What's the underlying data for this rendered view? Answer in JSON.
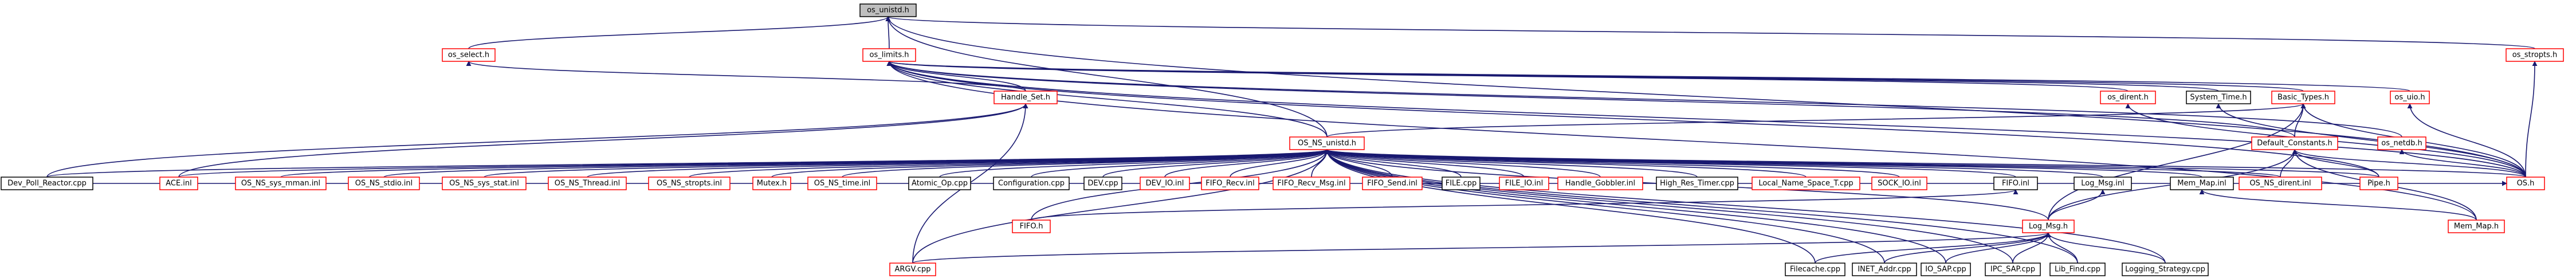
{
  "colors": {
    "edge": "#191970",
    "highlighted_border": "#ff0000",
    "plain_border": "#000000",
    "root_fill": "#bfbfbf",
    "background": "#ffffff"
  },
  "nodes": {
    "os_unistd_h": {
      "label": "os_unistd.h",
      "style": "root"
    },
    "os_select_h": {
      "label": "os_select.h",
      "style": "red"
    },
    "os_limits_h": {
      "label": "os_limits.h",
      "style": "red"
    },
    "os_stropts_h": {
      "label": "os_stropts.h",
      "style": "red"
    },
    "handle_set_h": {
      "label": "Handle_Set.h",
      "style": "red"
    },
    "os_dirent_h": {
      "label": "os_dirent.h",
      "style": "red"
    },
    "system_time_h": {
      "label": "System_Time.h",
      "style": "black"
    },
    "basic_types_h": {
      "label": "Basic_Types.h",
      "style": "red"
    },
    "os_uio_h": {
      "label": "os_uio.h",
      "style": "red"
    },
    "os_netdb_h": {
      "label": "os_netdb.h",
      "style": "red"
    },
    "default_constants_h": {
      "label": "Default_Constants.h",
      "style": "red"
    },
    "os_ns_unistd_h": {
      "label": "OS_NS_unistd.h",
      "style": "red"
    },
    "dev_poll_reactor_cpp": {
      "label": "Dev_Poll_Reactor.cpp",
      "style": "black"
    },
    "ace_inl": {
      "label": "ACE.inl",
      "style": "red"
    },
    "os_ns_sys_mman_inl": {
      "label": "OS_NS_sys_mman.inl",
      "style": "red"
    },
    "os_ns_stdio_inl": {
      "label": "OS_NS_stdio.inl",
      "style": "red"
    },
    "os_ns_sys_stat_inl": {
      "label": "OS_NS_sys_stat.inl",
      "style": "red"
    },
    "os_ns_thread_inl": {
      "label": "OS_NS_Thread.inl",
      "style": "red"
    },
    "os_ns_stropts_inl": {
      "label": "OS_NS_stropts.inl",
      "style": "red"
    },
    "mutex_h": {
      "label": "Mutex.h",
      "style": "red"
    },
    "os_ns_time_inl": {
      "label": "OS_NS_time.inl",
      "style": "red"
    },
    "atomic_op_cpp": {
      "label": "Atomic_Op.cpp",
      "style": "black"
    },
    "configuration_cpp": {
      "label": "Configuration.cpp",
      "style": "black"
    },
    "dev_cpp": {
      "label": "DEV.cpp",
      "style": "black"
    },
    "dev_io_inl": {
      "label": "DEV_IO.inl",
      "style": "red"
    },
    "fifo_recv_inl": {
      "label": "FIFO_Recv.inl",
      "style": "red"
    },
    "fifo_recv_msg_inl": {
      "label": "FIFO_Recv_Msg.inl",
      "style": "red"
    },
    "fifo_send_inl": {
      "label": "FIFO_Send.inl",
      "style": "red"
    },
    "file_cpp": {
      "label": "FILE.cpp",
      "style": "black"
    },
    "file_io_inl": {
      "label": "FILE_IO.inl",
      "style": "red"
    },
    "handle_gobbler_inl": {
      "label": "Handle_Gobbler.inl",
      "style": "red"
    },
    "high_res_timer_cpp": {
      "label": "High_Res_Timer.cpp",
      "style": "black"
    },
    "local_name_space_t_cpp": {
      "label": "Local_Name_Space_T.cpp",
      "style": "red"
    },
    "sock_io_inl": {
      "label": "SOCK_IO.inl",
      "style": "red"
    },
    "fifo_inl": {
      "label": "FIFO.inl",
      "style": "black"
    },
    "log_msg_inl": {
      "label": "Log_Msg.inl",
      "style": "black"
    },
    "mem_map_inl": {
      "label": "Mem_Map.inl",
      "style": "black"
    },
    "os_ns_dirent_inl": {
      "label": "OS_NS_dirent.inl",
      "style": "red"
    },
    "pipe_h": {
      "label": "Pipe.h",
      "style": "red"
    },
    "os_h": {
      "label": "OS.h",
      "style": "red"
    },
    "fifo_h": {
      "label": "FIFO.h",
      "style": "red"
    },
    "log_msg_h": {
      "label": "Log_Msg.h",
      "style": "red"
    },
    "mem_map_h": {
      "label": "Mem_Map.h",
      "style": "red"
    },
    "argv_cpp": {
      "label": "ARGV.cpp",
      "style": "red"
    },
    "filecache_cpp": {
      "label": "Filecache.cpp",
      "style": "black"
    },
    "inet_addr_cpp": {
      "label": "INET_Addr.cpp",
      "style": "black"
    },
    "io_sap_cpp": {
      "label": "IO_SAP.cpp",
      "style": "black"
    },
    "ipc_sap_cpp": {
      "label": "IPC_SAP.cpp",
      "style": "black"
    },
    "lib_find_cpp": {
      "label": "Lib_Find.cpp",
      "style": "black"
    },
    "logging_strategy_cpp": {
      "label": "Logging_Strategy.cpp",
      "style": "black"
    }
  },
  "edges": [
    [
      "os_unistd_h",
      "os_select_h"
    ],
    [
      "os_unistd_h",
      "os_limits_h"
    ],
    [
      "os_unistd_h",
      "os_stropts_h"
    ],
    [
      "os_unistd_h",
      "os_ns_unistd_h"
    ],
    [
      "os_unistd_h",
      "os_h"
    ],
    [
      "os_select_h",
      "handle_set_h"
    ],
    [
      "os_limits_h",
      "handle_set_h"
    ],
    [
      "os_limits_h",
      "os_dirent_h"
    ],
    [
      "os_limits_h",
      "system_time_h"
    ],
    [
      "os_limits_h",
      "basic_types_h"
    ],
    [
      "os_limits_h",
      "os_uio_h"
    ],
    [
      "os_limits_h",
      "os_netdb_h"
    ],
    [
      "os_limits_h",
      "default_constants_h"
    ],
    [
      "os_limits_h",
      "os_ns_unistd_h"
    ],
    [
      "os_limits_h",
      "pipe_h"
    ],
    [
      "os_limits_h",
      "os_h"
    ],
    [
      "os_limits_h",
      "mem_map_h"
    ],
    [
      "os_stropts_h",
      "os_h"
    ],
    [
      "handle_set_h",
      "dev_poll_reactor_cpp"
    ],
    [
      "handle_set_h",
      "ace_inl"
    ],
    [
      "handle_set_h",
      "argv_cpp"
    ],
    [
      "os_dirent_h",
      "os_h"
    ],
    [
      "system_time_h",
      "os_h"
    ],
    [
      "basic_types_h",
      "os_ns_unistd_h"
    ],
    [
      "basic_types_h",
      "default_constants_h"
    ],
    [
      "basic_types_h",
      "os_h"
    ],
    [
      "basic_types_h",
      "log_msg_h"
    ],
    [
      "os_uio_h",
      "os_h"
    ],
    [
      "os_netdb_h",
      "os_h"
    ],
    [
      "default_constants_h",
      "os_ns_dirent_inl"
    ],
    [
      "default_constants_h",
      "pipe_h"
    ],
    [
      "default_constants_h",
      "os_h"
    ],
    [
      "default_constants_h",
      "log_msg_h"
    ],
    [
      "default_constants_h",
      "mem_map_h"
    ],
    [
      "os_ns_unistd_h",
      "dev_poll_reactor_cpp"
    ],
    [
      "os_ns_unistd_h",
      "ace_inl"
    ],
    [
      "os_ns_unistd_h",
      "os_ns_sys_mman_inl"
    ],
    [
      "os_ns_unistd_h",
      "os_ns_stdio_inl"
    ],
    [
      "os_ns_unistd_h",
      "os_ns_sys_stat_inl"
    ],
    [
      "os_ns_unistd_h",
      "os_ns_thread_inl"
    ],
    [
      "os_ns_unistd_h",
      "os_ns_stropts_inl"
    ],
    [
      "os_ns_unistd_h",
      "mutex_h"
    ],
    [
      "os_ns_unistd_h",
      "os_ns_time_inl"
    ],
    [
      "os_ns_unistd_h",
      "atomic_op_cpp"
    ],
    [
      "os_ns_unistd_h",
      "configuration_cpp"
    ],
    [
      "os_ns_unistd_h",
      "dev_cpp"
    ],
    [
      "os_ns_unistd_h",
      "dev_io_inl"
    ],
    [
      "os_ns_unistd_h",
      "fifo_recv_inl"
    ],
    [
      "os_ns_unistd_h",
      "fifo_recv_msg_inl"
    ],
    [
      "os_ns_unistd_h",
      "fifo_send_inl"
    ],
    [
      "os_ns_unistd_h",
      "file_cpp"
    ],
    [
      "os_ns_unistd_h",
      "file_io_inl"
    ],
    [
      "os_ns_unistd_h",
      "handle_gobbler_inl"
    ],
    [
      "os_ns_unistd_h",
      "high_res_timer_cpp"
    ],
    [
      "os_ns_unistd_h",
      "local_name_space_t_cpp"
    ],
    [
      "os_ns_unistd_h",
      "sock_io_inl"
    ],
    [
      "os_ns_unistd_h",
      "fifo_inl"
    ],
    [
      "os_ns_unistd_h",
      "log_msg_inl"
    ],
    [
      "os_ns_unistd_h",
      "mem_map_inl"
    ],
    [
      "os_ns_unistd_h",
      "os_ns_dirent_inl"
    ],
    [
      "os_ns_unistd_h",
      "pipe_h"
    ],
    [
      "os_ns_unistd_h",
      "os_h"
    ],
    [
      "os_ns_unistd_h",
      "fifo_h"
    ],
    [
      "os_ns_unistd_h",
      "log_msg_h"
    ],
    [
      "os_ns_unistd_h",
      "argv_cpp"
    ],
    [
      "os_ns_unistd_h",
      "filecache_cpp"
    ],
    [
      "os_ns_unistd_h",
      "inet_addr_cpp"
    ],
    [
      "os_ns_unistd_h",
      "io_sap_cpp"
    ],
    [
      "os_ns_unistd_h",
      "ipc_sap_cpp"
    ],
    [
      "os_ns_unistd_h",
      "lib_find_cpp"
    ],
    [
      "os_ns_unistd_h",
      "logging_strategy_cpp"
    ],
    [
      "fifo_inl",
      "fifo_h"
    ],
    [
      "log_msg_inl",
      "log_msg_h"
    ],
    [
      "mem_map_inl",
      "mem_map_h"
    ],
    [
      "log_msg_h",
      "argv_cpp"
    ],
    [
      "log_msg_h",
      "filecache_cpp"
    ],
    [
      "log_msg_h",
      "inet_addr_cpp"
    ],
    [
      "log_msg_h",
      "io_sap_cpp"
    ],
    [
      "log_msg_h",
      "ipc_sap_cpp"
    ],
    [
      "log_msg_h",
      "lib_find_cpp"
    ],
    [
      "log_msg_h",
      "logging_strategy_cpp"
    ],
    [
      "os_h",
      "dev_poll_reactor_cpp"
    ]
  ]
}
